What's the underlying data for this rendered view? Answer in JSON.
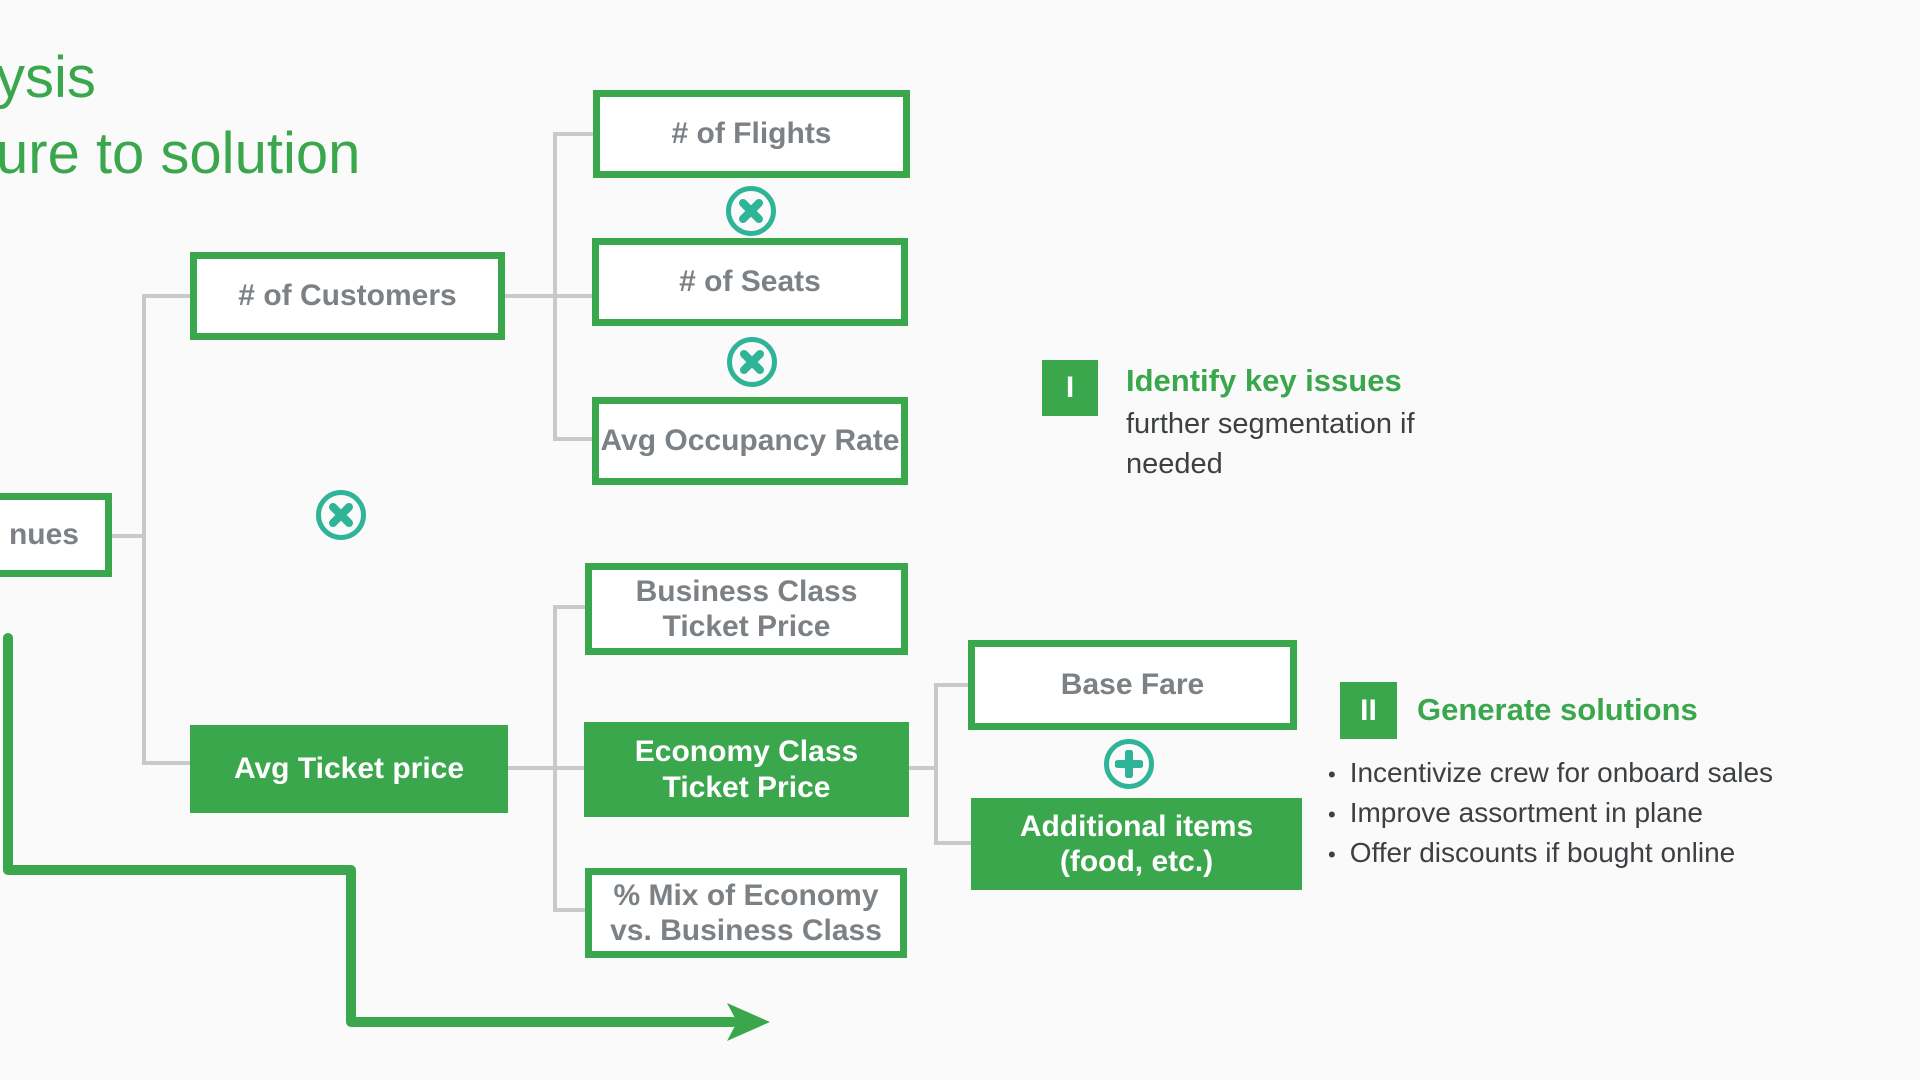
{
  "title": {
    "line1": "ysis",
    "line2": "ure to solution"
  },
  "colors": {
    "accent_green": "#3aa74d",
    "operator_teal": "#2fb498",
    "connector_gray": "#c9c9cb",
    "node_text_gray": "#7c8185",
    "body_text_dark": "#3d4043",
    "background": "#fafafa"
  },
  "nodes": {
    "revenues": {
      "label": "nues"
    },
    "customers": {
      "label": "# of Customers"
    },
    "flights": {
      "label": "# of Flights"
    },
    "seats": {
      "label": "# of Seats"
    },
    "occupancy": {
      "label": "Avg Occupancy Rate"
    },
    "avg_ticket": {
      "label": "Avg Ticket price"
    },
    "business": {
      "line1": "Business Class",
      "line2": "Ticket Price"
    },
    "economy": {
      "line1": "Economy Class",
      "line2": "Ticket Price"
    },
    "mix": {
      "line1": "% Mix of Economy",
      "line2": "vs. Business Class"
    },
    "base_fare": {
      "label": "Base Fare"
    },
    "additional": {
      "line1": "Additional items",
      "line2": "(food, etc.)"
    }
  },
  "operators": {
    "multiply": "multiply",
    "plus": "plus"
  },
  "annotations": {
    "step1": {
      "numeral": "I",
      "heading": "Identify key issues",
      "body": "further segmentation if needed"
    },
    "step2": {
      "numeral": "II",
      "heading": "Generate solutions",
      "bullet_char": "•",
      "bullets": [
        "Incentivize crew for onboard sales",
        "Improve assortment in plane",
        "Offer discounts if bought online"
      ]
    }
  }
}
